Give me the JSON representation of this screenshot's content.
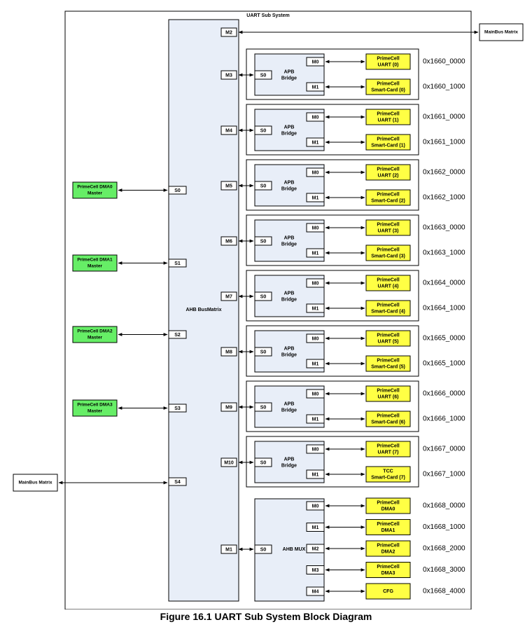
{
  "system_title": "UART Sub System",
  "matrix_label": "AHB BusMatrix",
  "mainbus_label": "MainBus Matrix",
  "apb_label": [
    "APB",
    "Bridge"
  ],
  "ahbmux_label": "AHB MUX",
  "mux_slave_port": "S0",
  "top_port": "M2",
  "masters": [
    {
      "lines": [
        "PrimeCell DMA0",
        "Master"
      ],
      "port": "S0"
    },
    {
      "lines": [
        "PrimeCell DMA1",
        "Master"
      ],
      "port": "S1"
    },
    {
      "lines": [
        "PrimeCell DMA2",
        "Master"
      ],
      "port": "S2"
    },
    {
      "lines": [
        "PrimeCell DMA3",
        "Master"
      ],
      "port": "S3"
    }
  ],
  "mainbus_master_port": "S4",
  "bridges": [
    {
      "matrix_port": "M3",
      "slave": "S0",
      "p0": "M0",
      "p1": "M1",
      "dev0": [
        "PrimeCell",
        "UART (0)"
      ],
      "dev1": [
        "PrimeCell",
        "Smart-Card (0)"
      ],
      "addr0": "0x1660_0000",
      "addr1": "0x1660_1000"
    },
    {
      "matrix_port": "M4",
      "slave": "S0",
      "p0": "M0",
      "p1": "M1",
      "dev0": [
        "PrimeCell",
        "UART (1)"
      ],
      "dev1": [
        "PrimeCell",
        "Smart-Card (1)"
      ],
      "addr0": "0x1661_0000",
      "addr1": "0x1661_1000"
    },
    {
      "matrix_port": "M5",
      "slave": "S0",
      "p0": "M0",
      "p1": "M1",
      "dev0": [
        "PrimeCell",
        "UART (2)"
      ],
      "dev1": [
        "PrimeCell",
        "Smart-Card (2)"
      ],
      "addr0": "0x1662_0000",
      "addr1": "0x1662_1000"
    },
    {
      "matrix_port": "M6",
      "slave": "S0",
      "p0": "M0",
      "p1": "M1",
      "dev0": [
        "PrimeCell",
        "UART (3)"
      ],
      "dev1": [
        "PrimeCell",
        "Smart-Card (3)"
      ],
      "addr0": "0x1663_0000",
      "addr1": "0x1663_1000"
    },
    {
      "matrix_port": "M7",
      "slave": "S0",
      "p0": "M0",
      "p1": "M1",
      "dev0": [
        "PrimeCell",
        "UART (4)"
      ],
      "dev1": [
        "PrimeCell",
        "Smart-Card (4)"
      ],
      "addr0": "0x1664_0000",
      "addr1": "0x1664_1000"
    },
    {
      "matrix_port": "M8",
      "slave": "S0",
      "p0": "M0",
      "p1": "M1",
      "dev0": [
        "PrimeCell",
        "UART (5)"
      ],
      "dev1": [
        "PrimeCell",
        "Smart-Card (5)"
      ],
      "addr0": "0x1665_0000",
      "addr1": "0x1665_1000"
    },
    {
      "matrix_port": "M9",
      "slave": "S0",
      "p0": "M0",
      "p1": "M1",
      "dev0": [
        "PrimeCell",
        "UART (6)"
      ],
      "dev1": [
        "PrimeCell",
        "Smart-Card (6)"
      ],
      "addr0": "0x1666_0000",
      "addr1": "0x1666_1000"
    },
    {
      "matrix_port": "M10",
      "slave": "S0",
      "p0": "M0",
      "p1": "M1",
      "dev0": [
        "PrimeCell",
        "UART (7)"
      ],
      "dev1": [
        "TCC",
        "Smart-Card (7)"
      ],
      "addr0": "0x1667_0000",
      "addr1": "0x1667_1000"
    }
  ],
  "mux": {
    "matrix_port": "M1",
    "outputs": [
      {
        "port": "M0",
        "dev": [
          "PrimeCell",
          "DMA0"
        ],
        "addr": "0x1668_0000"
      },
      {
        "port": "M1",
        "dev": [
          "PrimeCell",
          "DMA1"
        ],
        "addr": "0x1668_1000"
      },
      {
        "port": "M2",
        "dev": [
          "PrimeCell",
          "DMA2"
        ],
        "addr": "0x1668_2000"
      },
      {
        "port": "M3",
        "dev": [
          "PrimeCell",
          "DMA3"
        ],
        "addr": "0x1668_3000"
      },
      {
        "port": "M4",
        "dev": [
          "CFG"
        ],
        "addr": "0x1668_4000"
      }
    ]
  },
  "caption": "Figure 16.1 UART Sub System Block Diagram",
  "colors": {
    "matrix_fill": "#e8eef8",
    "bridge_fill": "#e8eef8",
    "master_fill": "#66ee66",
    "device_fill": "#ffff44",
    "port_fill": "#ffffff",
    "line": "#000000"
  }
}
